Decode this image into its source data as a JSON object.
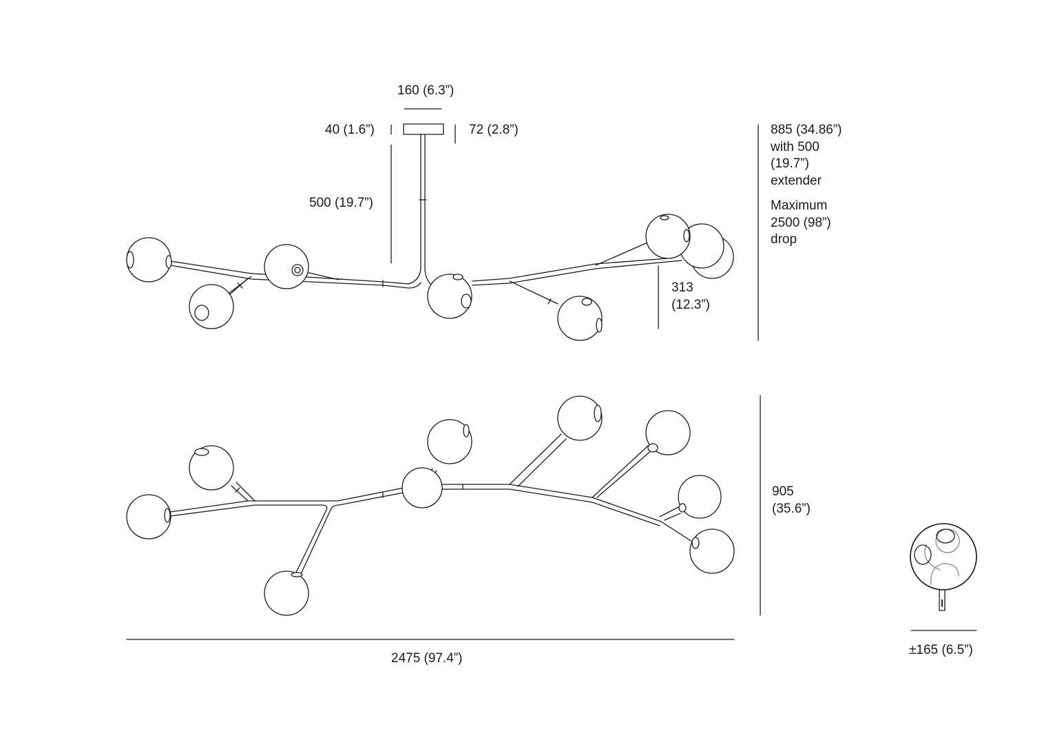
{
  "dimensions": {
    "canopy_width": "160 (6.3”)",
    "canopy_height": "40 (1.6”)",
    "canopy_offset": "72 (2.8”)",
    "rod_length": "500 (19.7”)",
    "globe_drop": [
      "313",
      "(12.3”)"
    ],
    "overall_height": [
      "885 (34.86”)",
      "with 500",
      "(19.7”)",
      "extender"
    ],
    "max_drop": [
      "Maximum",
      "2500 (98”)",
      "drop"
    ],
    "depth": [
      "905",
      "(35.6”)"
    ],
    "overall_length": "2475 (97.4”)",
    "globe_diameter": "±165 (6.5”)"
  },
  "colors": {
    "line": "#1a1a1a",
    "fill": "#ffffff",
    "inner": "#888888"
  }
}
